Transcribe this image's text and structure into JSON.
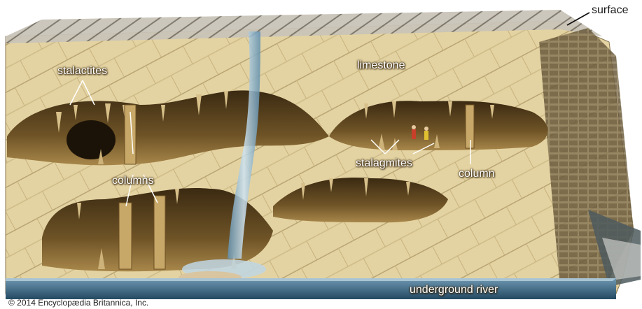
{
  "labels": {
    "surface": "surface",
    "stalactites": "stalactites",
    "limestone": "limestone",
    "stalagmites": "stalagmites",
    "column": "column",
    "columns": "columns",
    "underground_river": "underground river"
  },
  "credit": "© 2014 Encyclopædia Britannica, Inc.",
  "colors": {
    "limestone": "#e6d6a8",
    "cave": "#5a4320",
    "water": "#7fa9c4",
    "river": "#2f5d78"
  }
}
